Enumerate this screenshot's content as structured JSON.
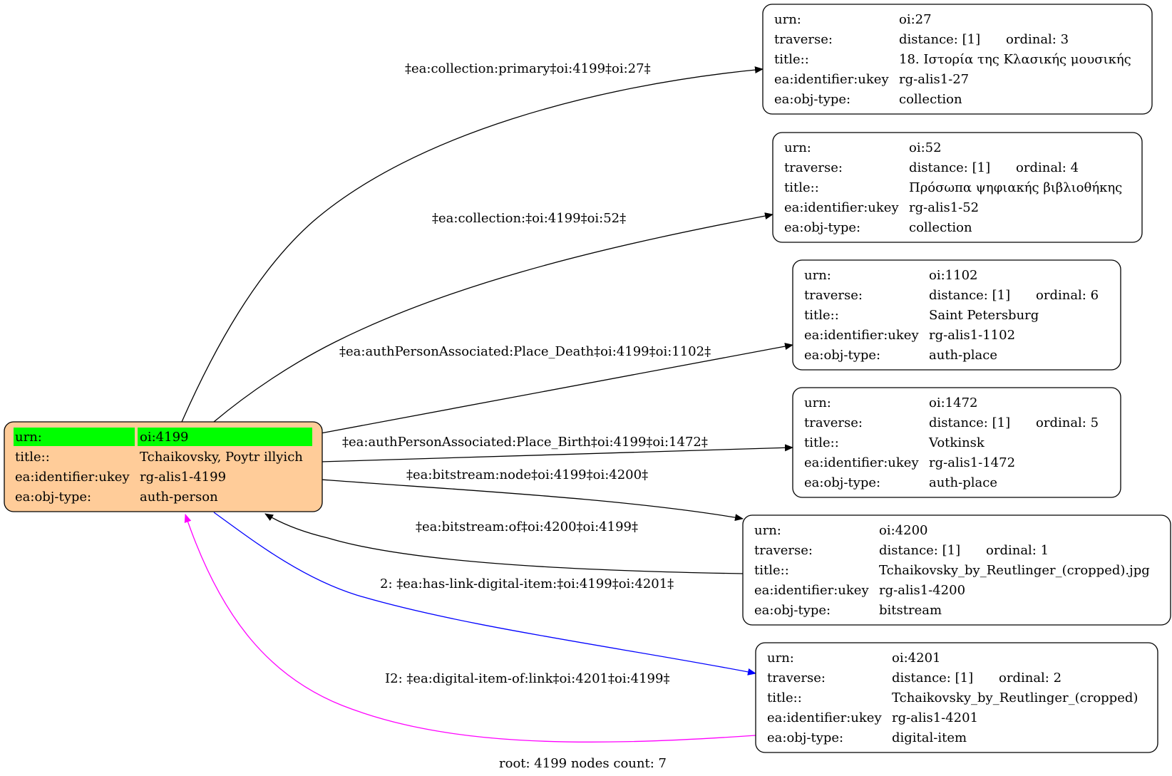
{
  "colors": {
    "root_fill": "#ffcc99",
    "root_highlight": "#00ff00",
    "edge_default": "#000000",
    "edge_link": "#0000ff",
    "edge_backlink": "#ff00ff"
  },
  "root": {
    "rows": [
      {
        "key": "urn:",
        "value": "oi:4199"
      },
      {
        "key": "title::",
        "value": "Tchaikovsky, Poytr illyich"
      },
      {
        "key": "ea:identifier:ukey",
        "value": "rg-alis1-4199"
      },
      {
        "key": "ea:obj-type:",
        "value": "auth-person"
      }
    ]
  },
  "nodes": [
    {
      "id": "oi27",
      "urn": "oi:27",
      "distance": "distance: [1]",
      "ordinal": "ordinal: 3",
      "title": "18. Ιστορία της Κλασικής μουσικής",
      "ukey": "rg-alis1-27",
      "obj_type": "collection"
    },
    {
      "id": "oi52",
      "urn": "oi:52",
      "distance": "distance: [1]",
      "ordinal": "ordinal: 4",
      "title": "Πρόσωπα ψηφιακής βιβλιοθήκης",
      "ukey": "rg-alis1-52",
      "obj_type": "collection"
    },
    {
      "id": "oi1102",
      "urn": "oi:1102",
      "distance": "distance: [1]",
      "ordinal": "ordinal: 6",
      "title": "Saint Petersburg",
      "ukey": "rg-alis1-1102",
      "obj_type": "auth-place"
    },
    {
      "id": "oi1472",
      "urn": "oi:1472",
      "distance": "distance: [1]",
      "ordinal": "ordinal: 5",
      "title": "Votkinsk",
      "ukey": "rg-alis1-1472",
      "obj_type": "auth-place"
    },
    {
      "id": "oi4200",
      "urn": "oi:4200",
      "distance": "distance: [1]",
      "ordinal": "ordinal: 1",
      "title": "Tchaikovsky_by_Reutlinger_(cropped).jpg",
      "ukey": "rg-alis1-4200",
      "obj_type": "bitstream"
    },
    {
      "id": "oi4201",
      "urn": "oi:4201",
      "distance": "distance: [1]",
      "ordinal": "ordinal: 2",
      "title": "Tchaikovsky_by_Reutlinger_(cropped)",
      "ukey": "rg-alis1-4201",
      "obj_type": "digital-item"
    }
  ],
  "labels": {
    "urn": "urn:",
    "traverse": "traverse:",
    "title": "title::",
    "ukey": "ea:identifier:ukey",
    "obj_type": "ea:obj-type:"
  },
  "edges": [
    {
      "id": "e27",
      "label": "‡ea:collection:primary‡oi:4199‡oi:27‡",
      "color": "#000000"
    },
    {
      "id": "e52",
      "label": "‡ea:collection:‡oi:4199‡oi:52‡",
      "color": "#000000"
    },
    {
      "id": "e1102",
      "label": "‡ea:authPersonAssociated:Place_Death‡oi:4199‡oi:1102‡",
      "color": "#000000"
    },
    {
      "id": "e1472",
      "label": "‡ea:authPersonAssociated:Place_Birth‡oi:4199‡oi:1472‡",
      "color": "#000000"
    },
    {
      "id": "e4200",
      "label": "‡ea:bitstream:node‡oi:4199‡oi:4200‡",
      "color": "#000000"
    },
    {
      "id": "e4200b",
      "label": "‡ea:bitstream:of‡oi:4200‡oi:4199‡",
      "color": "#000000"
    },
    {
      "id": "e4201",
      "label": "2: ‡ea:has-link-digital-item:‡oi:4199‡oi:4201‡",
      "color": "#0000ff"
    },
    {
      "id": "e4201b",
      "label": "I2: ‡ea:digital-item-of:link‡oi:4201‡oi:4199‡",
      "color": "#ff00ff"
    }
  ],
  "footer": "root: 4199 nodes count: 7"
}
